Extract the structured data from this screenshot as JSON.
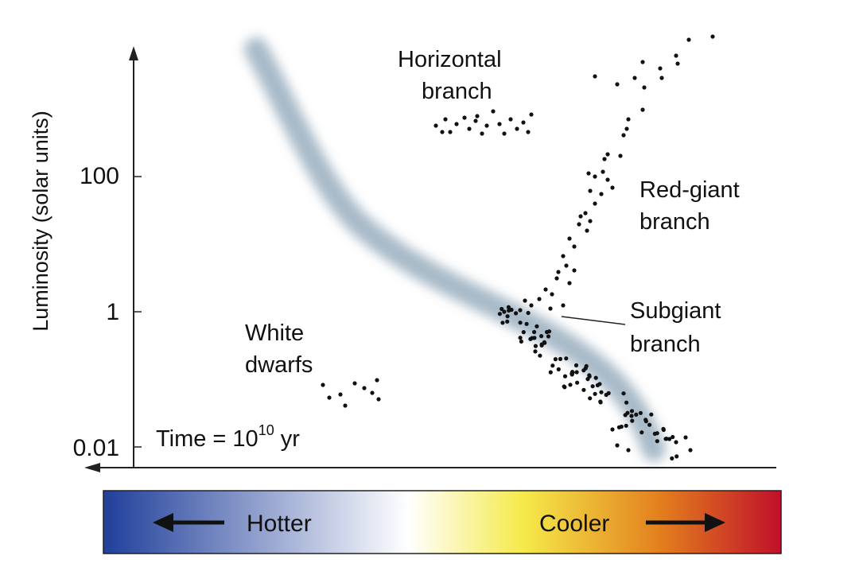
{
  "y_axis": {
    "label": "Luminosity (solar units)",
    "ticks": [
      "100",
      "1",
      "0.01"
    ]
  },
  "labels": {
    "horizontal_branch": [
      "Horizontal",
      "branch"
    ],
    "red_giant_branch": [
      "Red-giant",
      "branch"
    ],
    "subgiant_branch": [
      "Subgiant",
      "branch"
    ],
    "white_dwarfs": [
      "White",
      "dwarfs"
    ],
    "time_prefix": "Time = 10",
    "time_exponent": "10",
    "time_suffix": " yr"
  },
  "temperature_bar": {
    "hot_label": "Hotter",
    "cool_label": "Cooler",
    "colors": [
      "#1f3f9a",
      "#ffffff",
      "#f2e53a",
      "#e07a1a",
      "#c0102a"
    ]
  },
  "colors": {
    "main_sequence_band": "#9fb2c2",
    "stars": "#111111"
  }
}
